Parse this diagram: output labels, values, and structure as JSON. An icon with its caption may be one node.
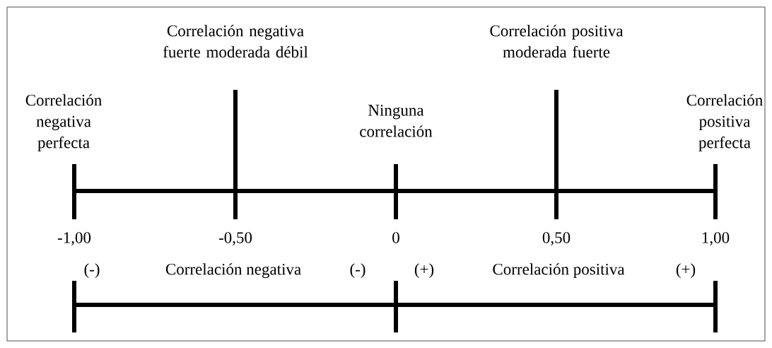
{
  "diagram": {
    "labels": [
      "Correlación negativa perfecta",
      "Correlación negativa fuerte moderada débil",
      "Ninguna correlación",
      "Correlación positiva moderada fuerte",
      "Correlación positiva perfecta",
      "-1,00",
      "-0,50",
      "0",
      "0,50",
      "1,00",
      "(-)",
      "Correlación negativa",
      "(-)",
      "(+)",
      "Correlación positiva",
      "(+)"
    ]
  }
}
